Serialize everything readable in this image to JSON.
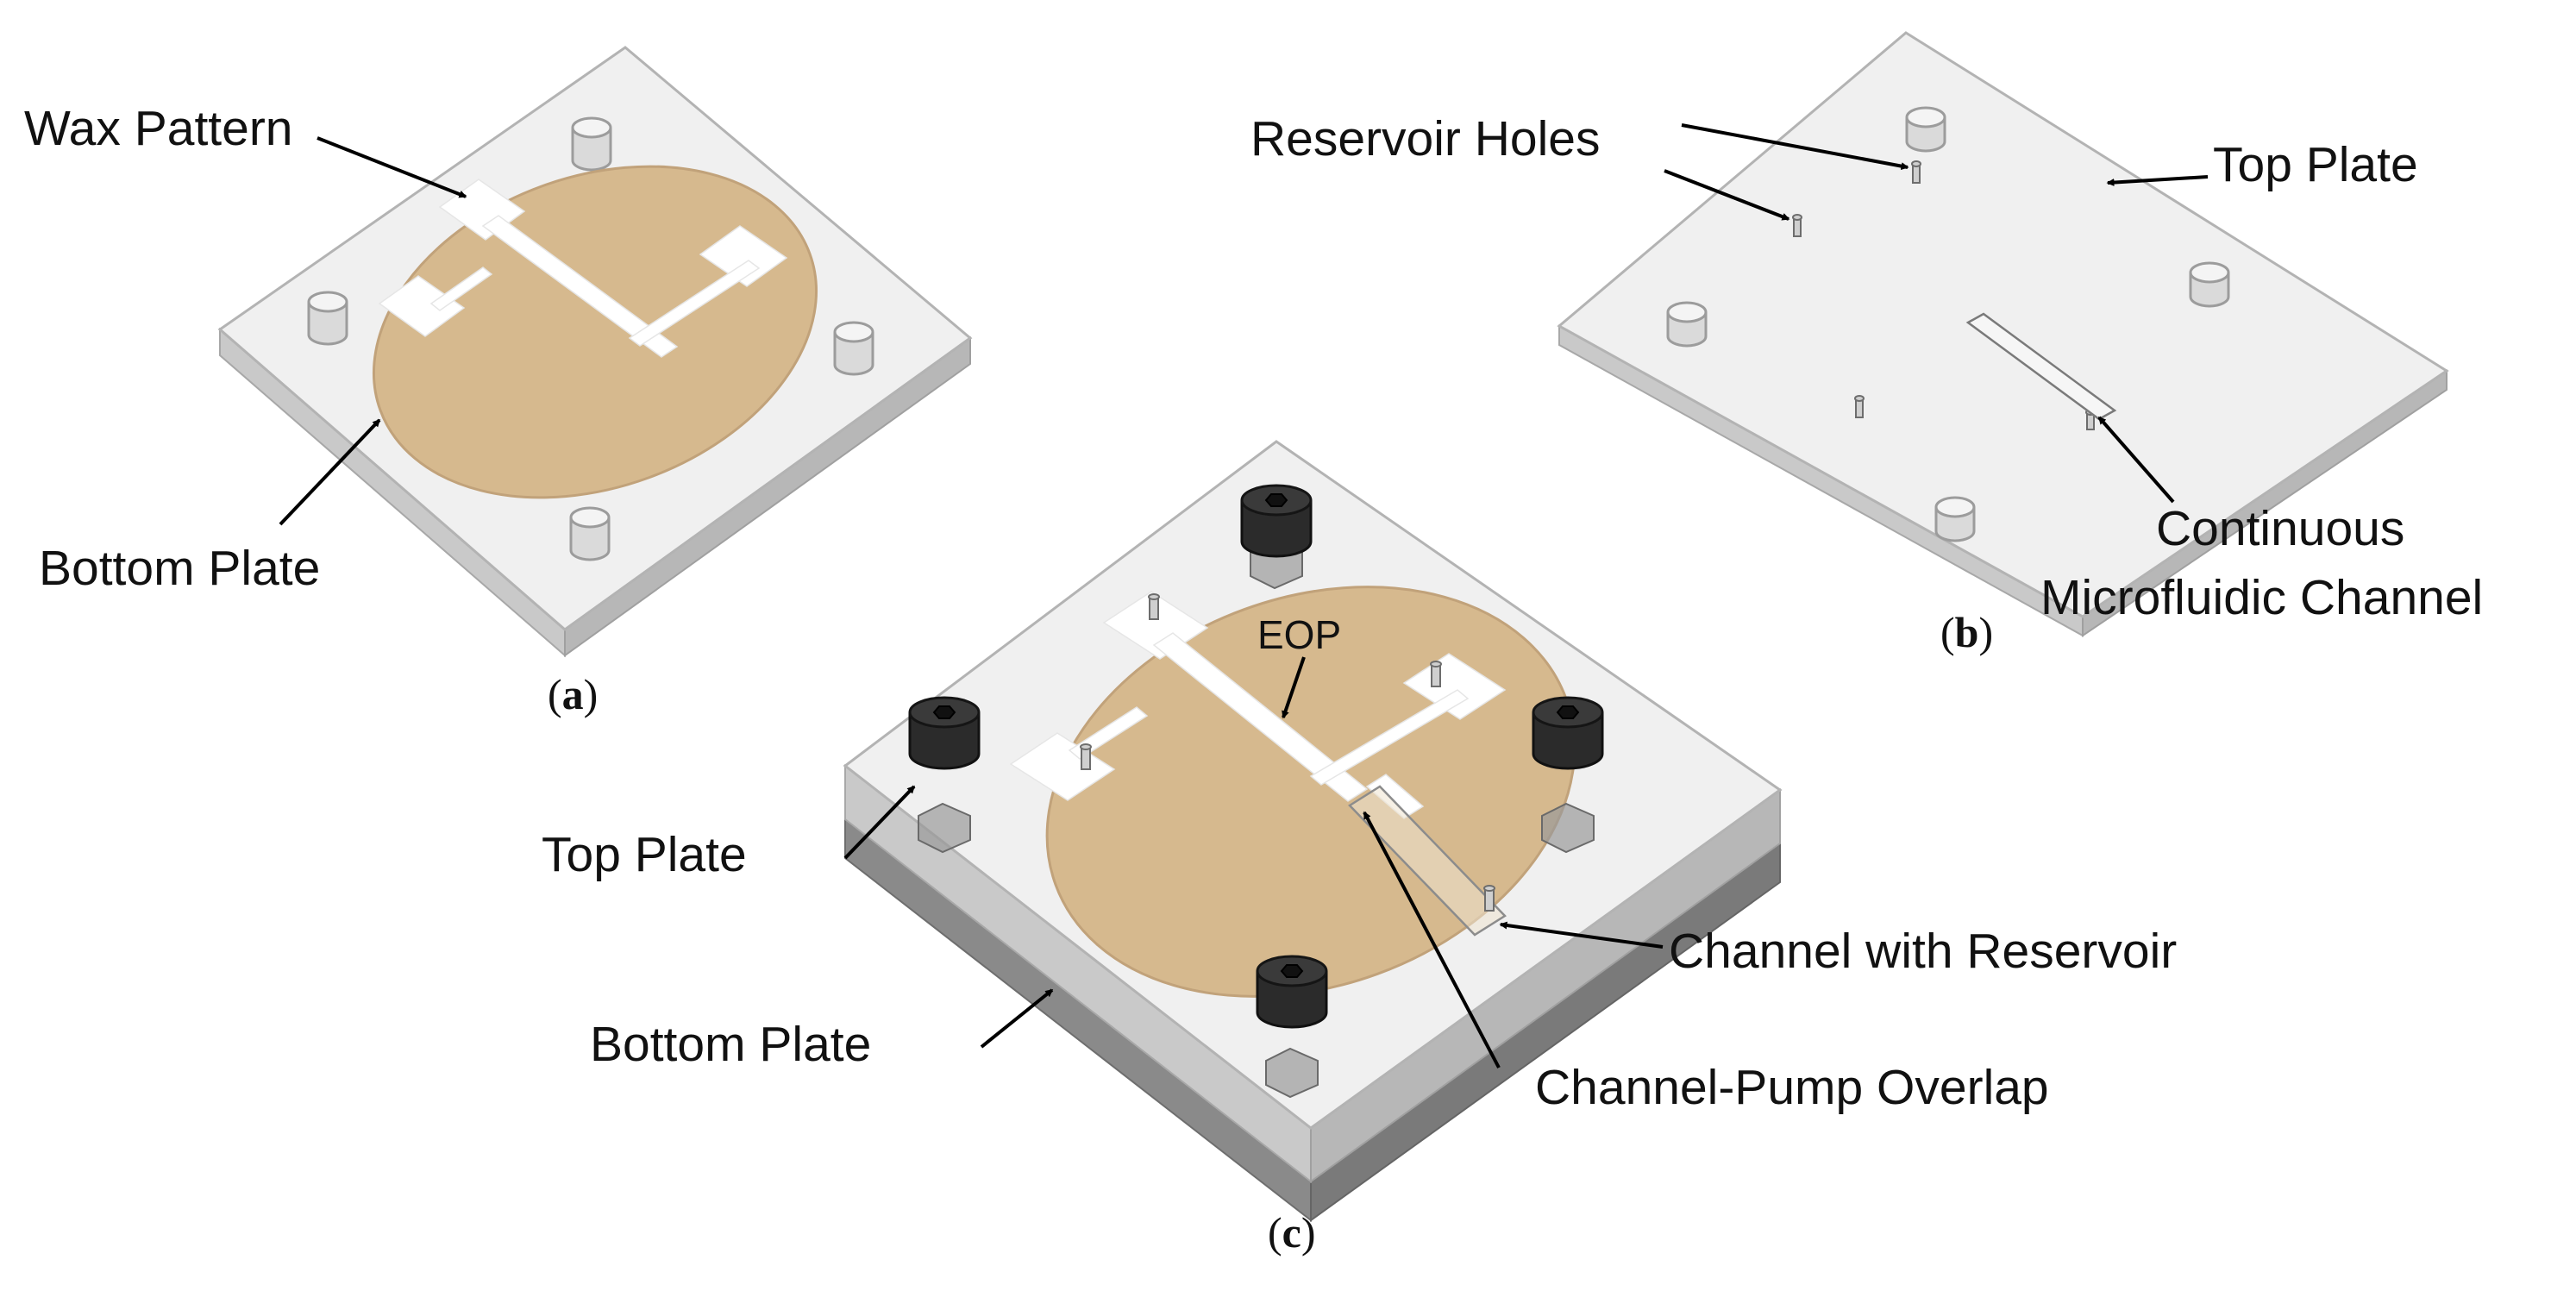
{
  "colors": {
    "paper": "#d6b98e",
    "plate": "#e6e6e6",
    "wax": "#ffffff",
    "bolt": "#2b2b2b"
  },
  "panel_a": {
    "caption_open": "(",
    "caption_letter": "a",
    "caption_close": ")",
    "labels": {
      "wax_pattern": "Wax Pattern",
      "bottom_plate": "Bottom Plate"
    }
  },
  "panel_b": {
    "caption_open": "(",
    "caption_letter": "b",
    "caption_close": ")",
    "labels": {
      "reservoir_holes": "Reservoir Holes",
      "top_plate": "Top Plate",
      "continuous_line1": "Continuous",
      "continuous_line2": "Microfluidic Channel"
    }
  },
  "panel_c": {
    "caption_open": "(",
    "caption_letter": "c",
    "caption_close": ")",
    "labels": {
      "eop": "EOP",
      "top_plate": "Top Plate",
      "bottom_plate": "Bottom Plate",
      "channel_with_reservoir": "Channel with Reservoir",
      "channel_pump_overlap": "Channel-Pump Overlap"
    }
  }
}
